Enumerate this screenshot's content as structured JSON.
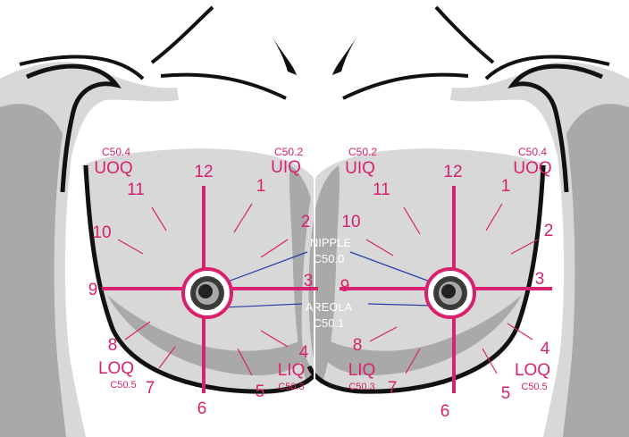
{
  "colors": {
    "accent_pink": "#d6226f",
    "outline_black": "#111111",
    "skin_light": "#d8d8d8",
    "skin_mid": "#a9a9a9",
    "skin_dark": "#7b7b7b",
    "leader_blue": "#2b3ea8",
    "label_white": "#ffffff"
  },
  "left_breast": {
    "clock": {
      "12": "12",
      "1": "1",
      "2": "2",
      "3": "3",
      "4": "4",
      "5": "5",
      "6": "6",
      "7": "7",
      "8": "8",
      "9": "9",
      "10": "10",
      "11": "11"
    },
    "quadrants": {
      "uoq_code": "C50.4",
      "uoq": "UOQ",
      "uiq_code": "C50.2",
      "uiq": "UIQ",
      "loq": "LOQ",
      "loq_code": "C50.5",
      "liq": "LIQ",
      "liq_code": "C50.3"
    }
  },
  "right_breast": {
    "clock": {
      "12": "12",
      "1": "1",
      "2": "2",
      "3": "3",
      "4": "4",
      "5": "5",
      "6": "6",
      "7": "7",
      "8": "8",
      "9": "9",
      "10": "10",
      "11": "11"
    },
    "quadrants": {
      "uiq_code": "C50.2",
      "uiq": "UIQ",
      "uoq_code": "C50.4",
      "uoq": "UOQ",
      "liq": "LIQ",
      "liq_code": "C50.3",
      "loq": "LOQ",
      "loq_code": "C50.5"
    }
  },
  "center_labels": {
    "nipple": "NIPPLE",
    "nipple_code": "C50.0",
    "areola": "AREOLA",
    "areola_code": "C50.1"
  }
}
